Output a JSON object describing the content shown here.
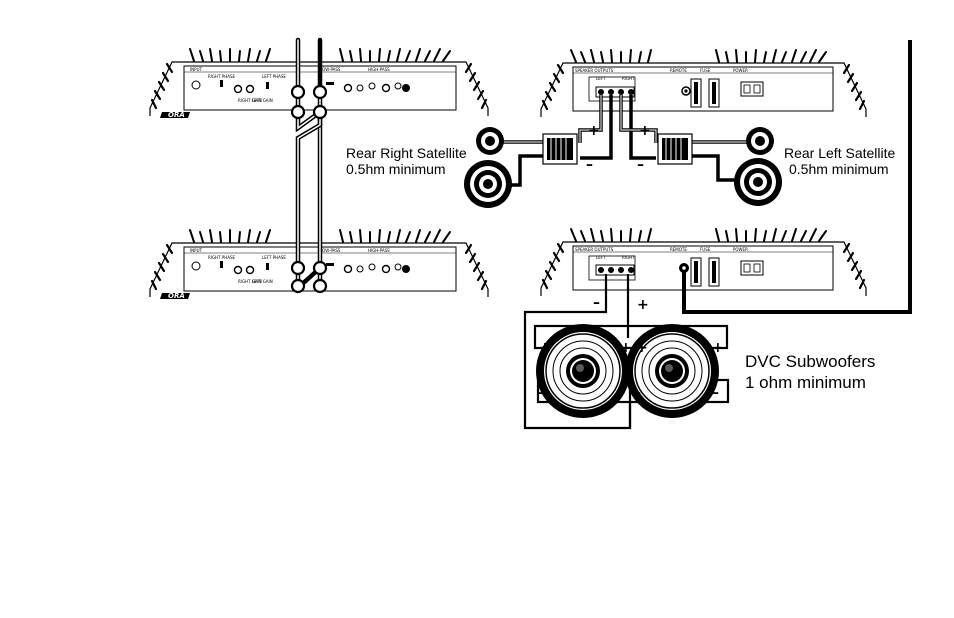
{
  "labels": {
    "rear_right_satellite": {
      "title": "Rear Right Satellite",
      "spec": "0.5hm minimum"
    },
    "rear_left_satellite": {
      "title": "Rear Left Satellite",
      "spec": "0.5hm minimum"
    },
    "subwoofers": {
      "title": "DVC Subwoofers",
      "spec": "1 ohm minimum"
    }
  },
  "amp_panel": {
    "input": "INPUT",
    "right_phase": "RIGHT PHASE",
    "left_phase": "LEFT PHASE",
    "right_gain": "RIGHT GAIN",
    "left_gain": "LEFT GAIN",
    "low_pass": "LOW-PASS",
    "high_pass": "HIGH-PASS",
    "speaker_outputs": "SPEAKER OUTPUTS",
    "left": "LEFT",
    "right": "RIGHT",
    "remote": "REMOTE",
    "fuse": "FUSE",
    "power": "POWER",
    "brand": "ORA"
  },
  "polarity": {
    "plus": "+",
    "minus": "–"
  },
  "colors": {
    "line": "#000000",
    "background": "#ffffff"
  }
}
